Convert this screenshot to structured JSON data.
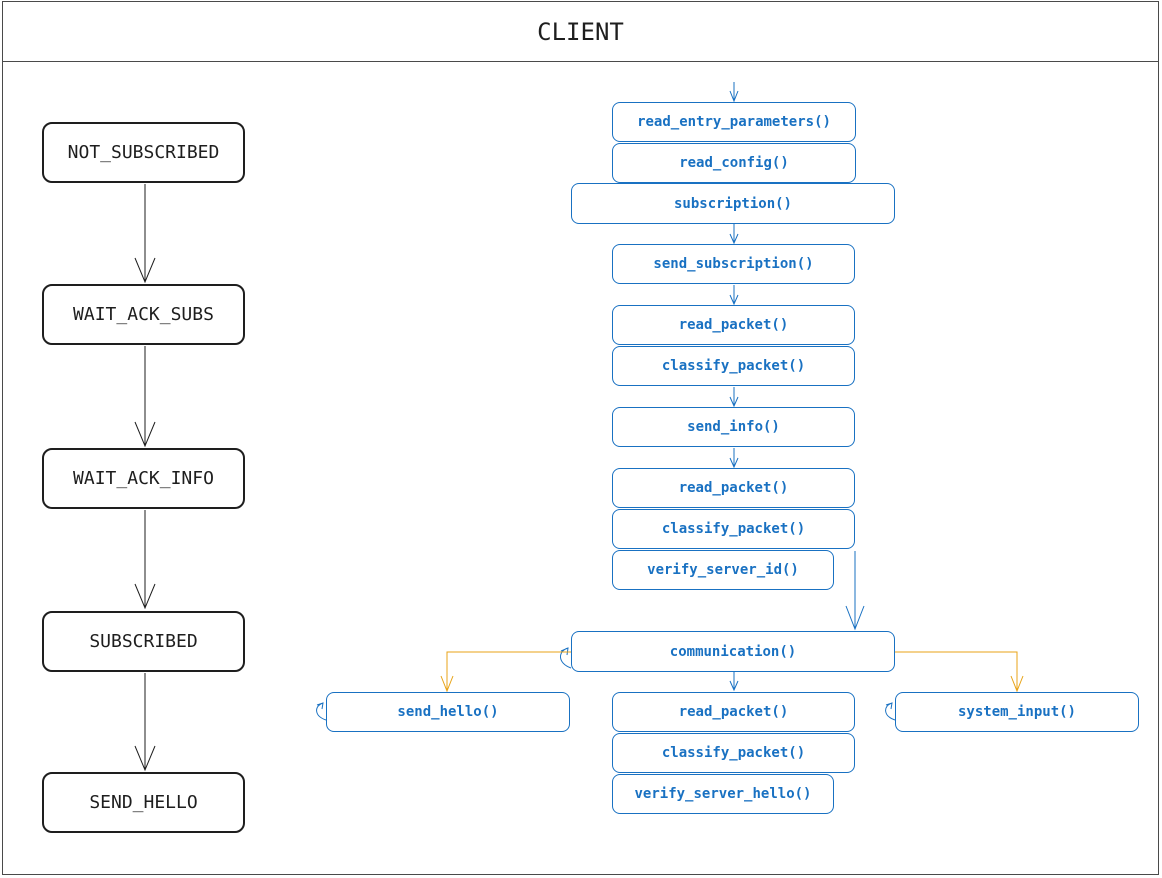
{
  "title": "CLIENT",
  "states": [
    {
      "label": "NOT_SUBSCRIBED"
    },
    {
      "label": "WAIT_ACK_SUBS"
    },
    {
      "label": "WAIT_ACK_INFO"
    },
    {
      "label": "SUBSCRIBED"
    },
    {
      "label": "SEND_HELLO"
    }
  ],
  "functions": {
    "read_entry_parameters": "read_entry_parameters()",
    "read_config": "read_config()",
    "subscription": "subscription()",
    "send_subscription": "send_subscription()",
    "read_packet_1": "read_packet()",
    "classify_packet_1": "classify_packet()",
    "send_info": "send_info()",
    "read_packet_2": "read_packet()",
    "classify_packet_2": "classify_packet()",
    "verify_server_id": "verify_server_id()",
    "communication": "communication()",
    "send_hello": "send_hello()",
    "read_packet_3": "read_packet()",
    "classify_packet_3": "classify_packet()",
    "verify_server_hello": "verify_server_hello()",
    "system_input": "system_input()"
  },
  "colors": {
    "state_border": "#1e1e1e",
    "function_blue": "#1971c2",
    "branch_orange": "#e8a317"
  }
}
